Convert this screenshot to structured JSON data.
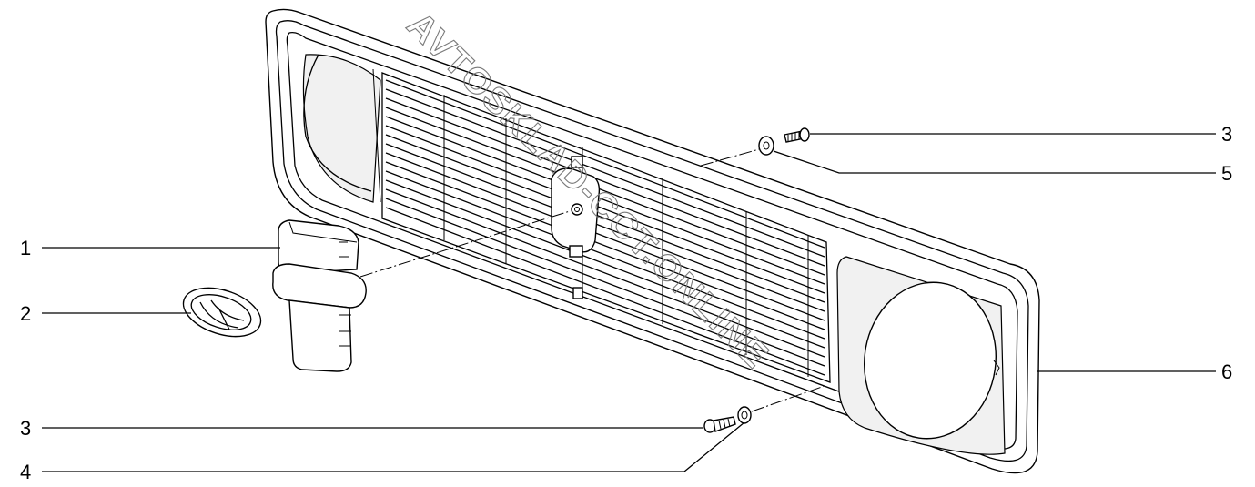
{
  "watermark": {
    "text": "AVTOSKLAD-CCT.ONLINE"
  },
  "callouts": [
    {
      "id": "c1",
      "label": "1"
    },
    {
      "id": "c2",
      "label": "2"
    },
    {
      "id": "c3a",
      "label": "3"
    },
    {
      "id": "c4",
      "label": "4"
    },
    {
      "id": "c3b",
      "label": "3"
    },
    {
      "id": "c5",
      "label": "5"
    },
    {
      "id": "c6",
      "label": "6"
    }
  ],
  "colors": {
    "line": "#000000",
    "watermark": "#7a7a7a",
    "background": "#ffffff"
  }
}
